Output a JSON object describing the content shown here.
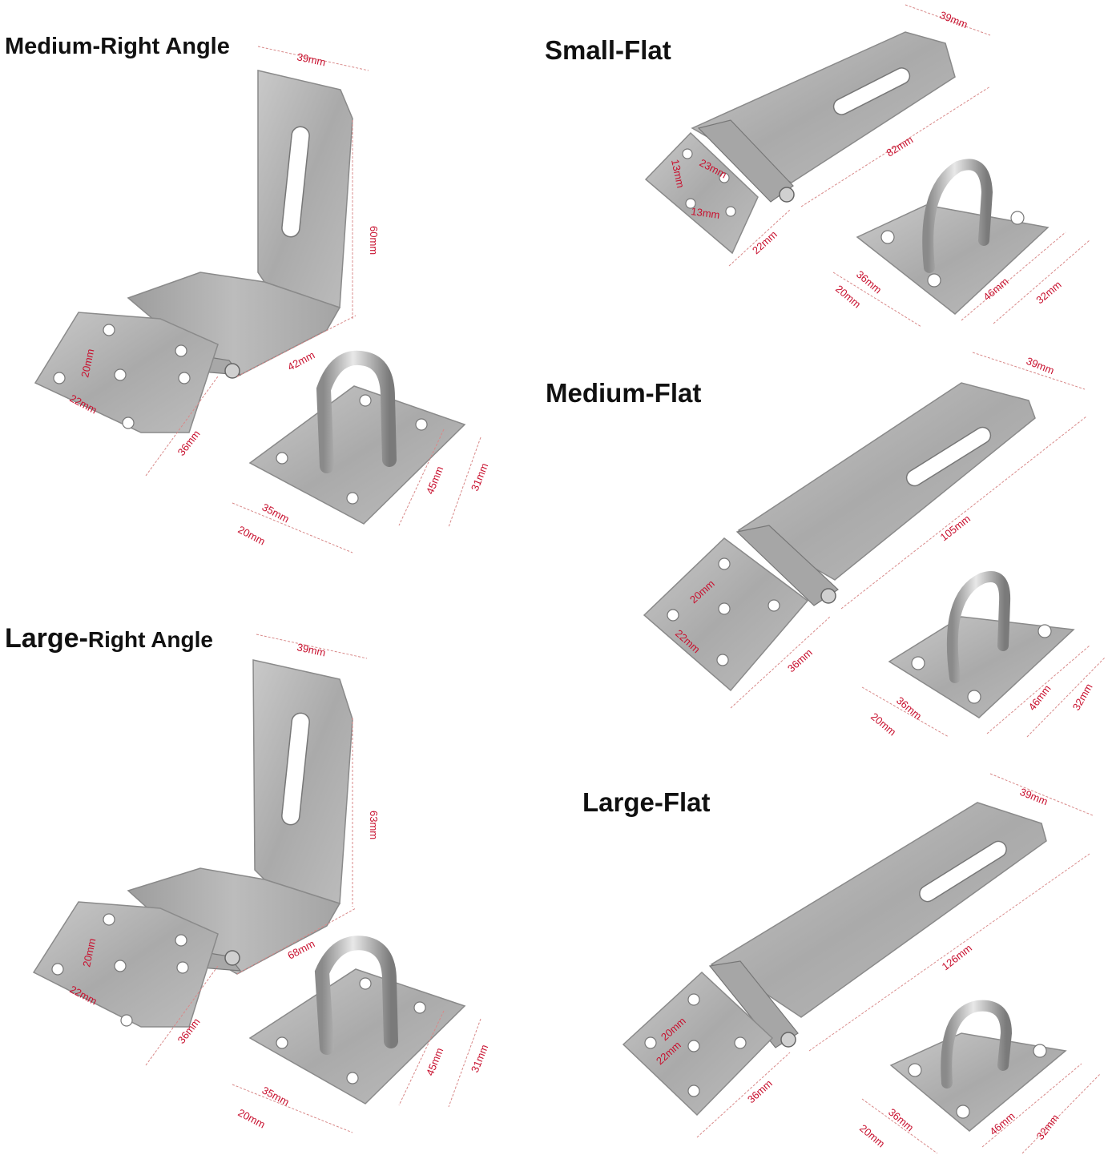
{
  "titles": {
    "medium_right_angle": "Medium-Right Angle",
    "small_flat": "Small-Flat",
    "medium_flat": "Medium-Flat",
    "large_right_angle_a": "Large-",
    "large_right_angle_b": "Right Angle",
    "large_flat": "Large-Flat"
  },
  "dims": {
    "mra": {
      "w": "39mm",
      "h": "60mm",
      "l": "42mm",
      "hinge": "36mm",
      "h1": "20mm",
      "h2": "22mm",
      "p1": "35mm",
      "p2": "20mm",
      "p3": "45mm",
      "p4": "31mm"
    },
    "lra": {
      "w": "39mm",
      "h": "63mm",
      "l": "68mm",
      "hinge": "36mm",
      "h1": "20mm",
      "h2": "22mm",
      "p1": "35mm",
      "p2": "20mm",
      "p3": "45mm",
      "p4": "31mm"
    },
    "sf": {
      "w": "39mm",
      "l": "82mm",
      "hinge": "22mm",
      "h1": "23mm",
      "h2": "13mm",
      "h3": "13mm",
      "p1": "36mm",
      "p2": "20mm",
      "p3": "46mm",
      "p4": "32mm"
    },
    "mf": {
      "w": "39mm",
      "l": "105mm",
      "hinge": "36mm",
      "h1": "20mm",
      "h2": "22mm",
      "p1": "36mm",
      "p2": "20mm",
      "p3": "46mm",
      "p4": "32mm"
    },
    "lf": {
      "w": "39mm",
      "l": "126mm",
      "hinge": "36mm",
      "h1": "20mm",
      "h2": "22mm",
      "p1": "36mm",
      "p2": "20mm",
      "p3": "46mm",
      "p4": "32mm"
    }
  },
  "colors": {
    "metal": "#b4b4b4",
    "metal_dark": "#8e8e8e",
    "dim_line": "#d88888",
    "dim_text": "#b03030"
  }
}
